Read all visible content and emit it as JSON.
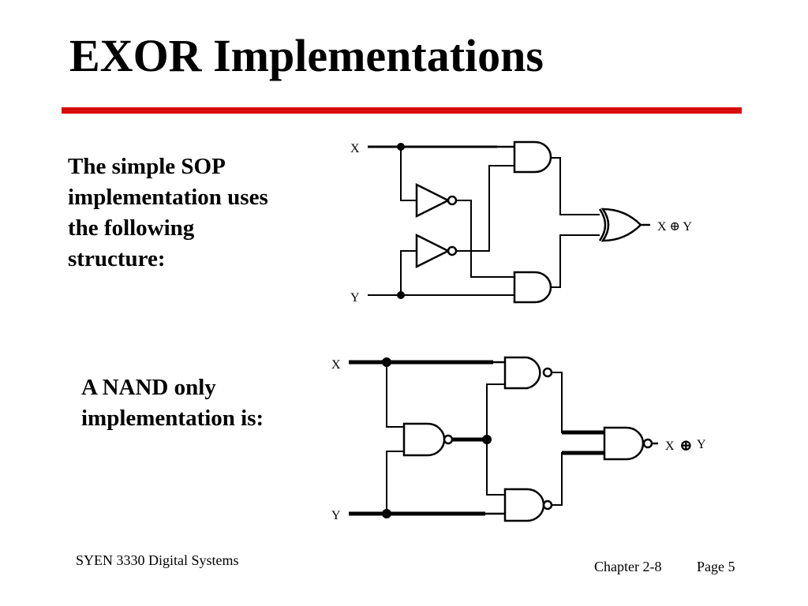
{
  "title": "EXOR Implementations",
  "accent_color": "#d90b0b",
  "sop": {
    "text_lines": [
      "The simple SOP",
      "implementation uses",
      "the following",
      "structure:"
    ],
    "input_x": "X",
    "input_y": "Y",
    "output": "X ⊕ Y"
  },
  "nand": {
    "text_lines": [
      "A NAND only",
      "implementation is:"
    ],
    "input_x": "X",
    "input_y": "Y",
    "output_x": "X",
    "output_op": "⊕",
    "output_y": "Y"
  },
  "footer": {
    "course": "SYEN 3330 Digital Systems",
    "chapter": "Chapter 2-8",
    "page": "Page 5"
  }
}
